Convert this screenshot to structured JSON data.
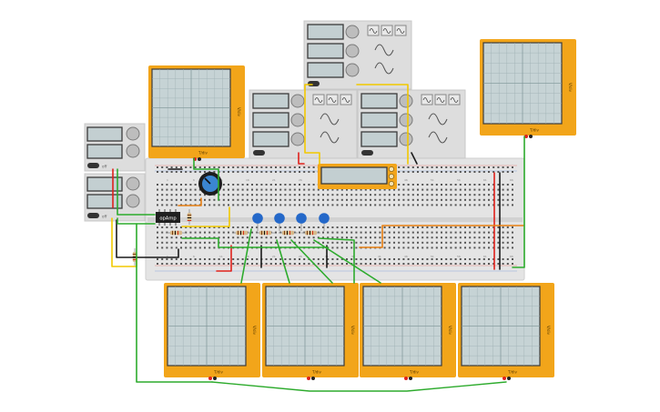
{
  "ic": {
    "label": "opAmp"
  },
  "scope": {
    "ylabel": "V/div",
    "xlabel": "T/div"
  },
  "psu": {
    "switch_label": "off"
  },
  "colors": {
    "orange": "#f2a51a",
    "breadboard": "#e4e4e4",
    "screen": "#c6d3d5",
    "panel": "#dddddd",
    "lcd": "#c3cfd1",
    "wire_green": "#2dab2d",
    "wire_yellow": "#f2c900",
    "wire_red": "#e0211b",
    "wire_black": "#1a1a1a",
    "wire_orange": "#e67e12",
    "capacitor": "#2468c9"
  }
}
